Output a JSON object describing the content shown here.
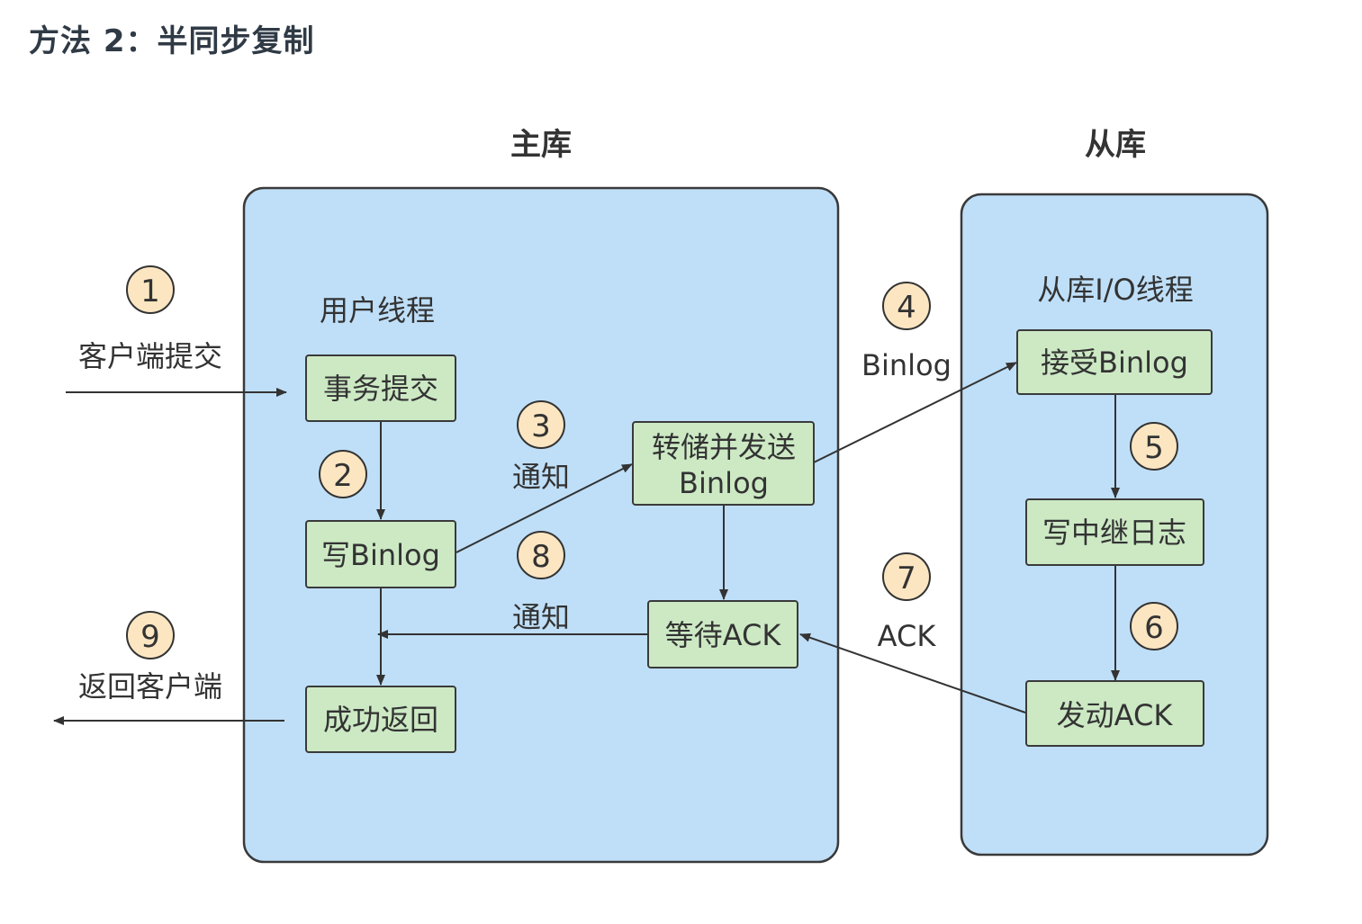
{
  "title": "方法 2：半同步复制",
  "panels": {
    "master": "主库",
    "slave": "从库"
  },
  "groups": {
    "user_thread": "用户线程",
    "slave_io_thread": "从库I/O线程"
  },
  "nodes": {
    "commit_txn": "事务提交",
    "write_binlog": "写Binlog",
    "success_return": "成功返回",
    "dump_send_line1": "转储并发送",
    "dump_send_line2": "Binlog",
    "wait_ack": "等待ACK",
    "receive_binlog": "接受Binlog",
    "write_relay_log": "写中继日志",
    "send_ack": "发动ACK"
  },
  "steps": [
    {
      "num": "1",
      "label": "客户端提交"
    },
    {
      "num": "2",
      "label": ""
    },
    {
      "num": "3",
      "label": "通知"
    },
    {
      "num": "4",
      "label": "Binlog"
    },
    {
      "num": "5",
      "label": ""
    },
    {
      "num": "6",
      "label": ""
    },
    {
      "num": "7",
      "label": "ACK"
    },
    {
      "num": "8",
      "label": "通知"
    },
    {
      "num": "9",
      "label": "返回客户端"
    }
  ],
  "colors": {
    "panel_fill": "#bfdff8",
    "node_fill": "#cce9c4",
    "badge_fill": "#fce6c2",
    "stroke": "#333333"
  }
}
